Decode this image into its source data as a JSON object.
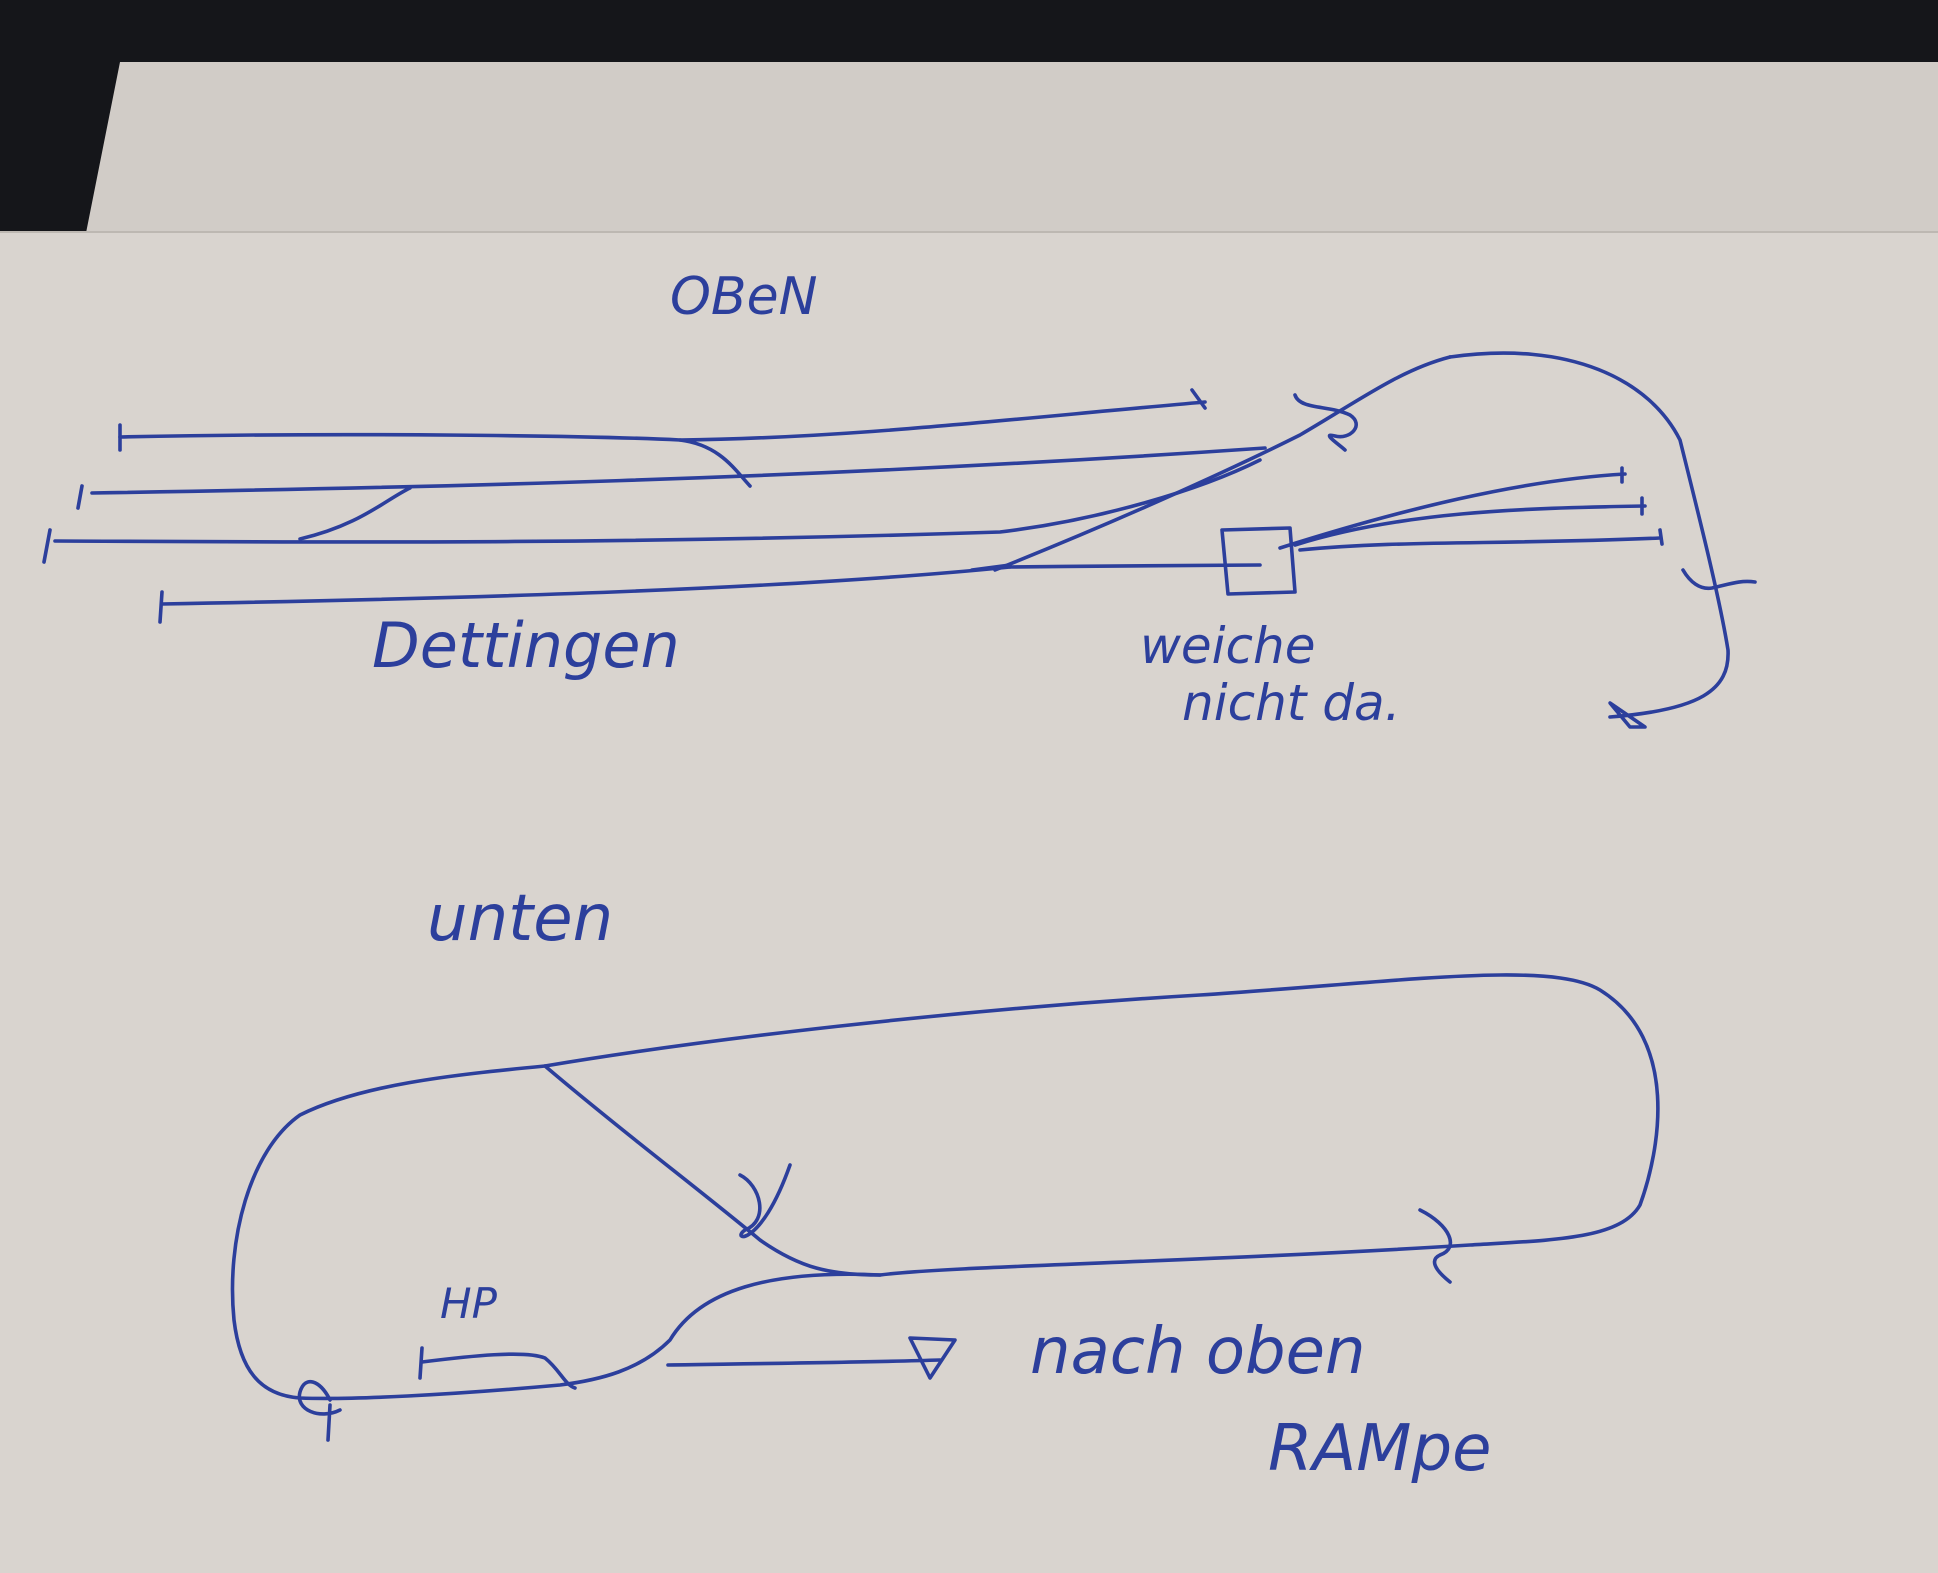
{
  "sheet": {
    "paper_color": "#d9d4cf",
    "ink_color": "#2c3f9c",
    "background_color": "#15161a"
  },
  "top_section": {
    "heading": "OBeN",
    "station_name": "Dettingen",
    "note_line1": "weiche",
    "note_line2": "nicht da."
  },
  "bottom_section": {
    "heading": "unten",
    "stop_label": "HP",
    "exit_line1": "nach oben",
    "exit_line2": "RAMpe"
  }
}
